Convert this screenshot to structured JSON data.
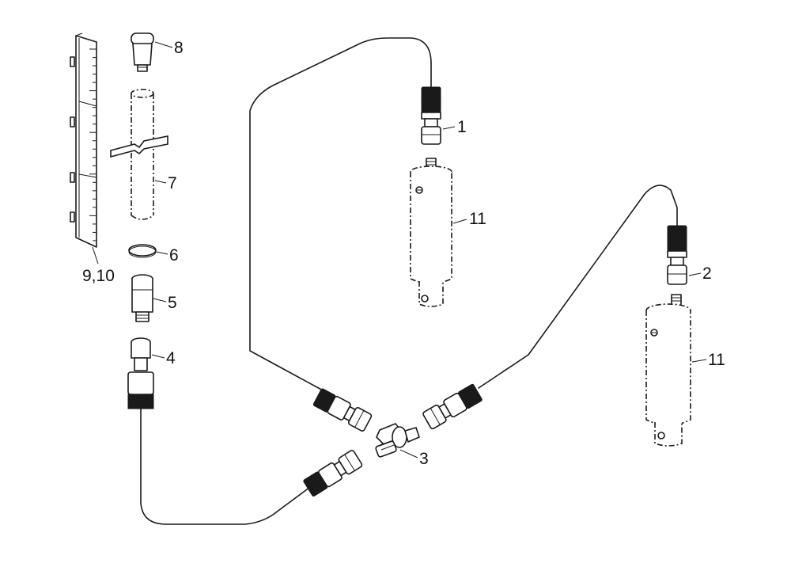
{
  "callouts": [
    {
      "id": "1",
      "text": "1"
    },
    {
      "id": "2",
      "text": "2"
    },
    {
      "id": "3",
      "text": "3"
    },
    {
      "id": "4",
      "text": "4"
    },
    {
      "id": "5",
      "text": "5"
    },
    {
      "id": "6",
      "text": "6"
    },
    {
      "id": "7",
      "text": "7"
    },
    {
      "id": "8",
      "text": "8"
    },
    {
      "id": "9_10",
      "text": "9,10"
    },
    {
      "id": "11a",
      "text": "11"
    },
    {
      "id": "11b",
      "text": "11"
    }
  ]
}
